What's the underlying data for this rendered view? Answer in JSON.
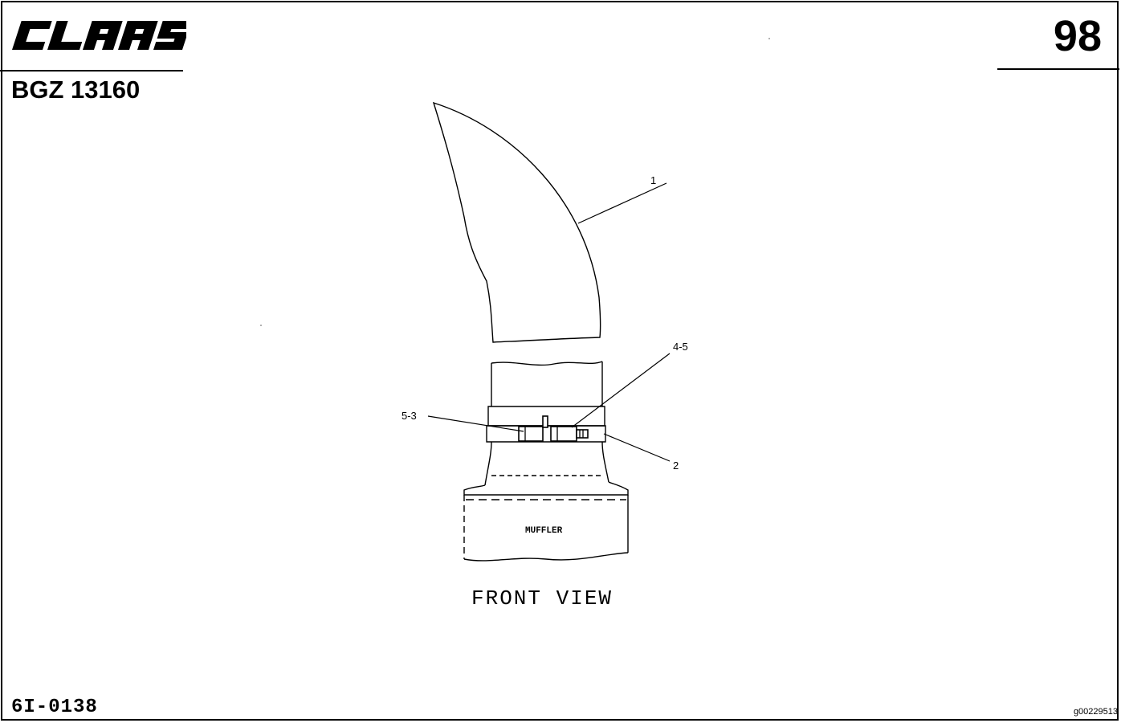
{
  "header": {
    "brand": "CLAAS",
    "page_number": "98",
    "document_id": "BGZ 13160"
  },
  "drawing": {
    "view_label": "FRONT VIEW",
    "component_label": "MUFFLER",
    "callouts": [
      "1",
      "4-5",
      "5-3",
      "2"
    ]
  },
  "footer": {
    "figure_code": "6I-0138",
    "reference_code": "g00229513"
  }
}
